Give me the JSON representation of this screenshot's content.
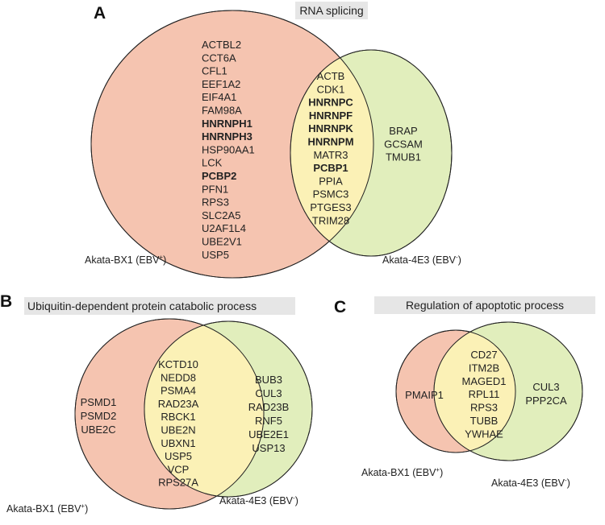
{
  "highlight_color": "#e23a3a",
  "colors": {
    "ebv_positive_fill": "#f5c4b0",
    "ebv_negative_fill": "#e1eebc",
    "overlap_fill": "#fbf1b6"
  },
  "panel_a": {
    "letter": "A",
    "title": "RNA splicing",
    "left_only": [
      "ACTBL2",
      "CCT6A",
      "CFL1",
      "EEF1A2",
      "EIF4A1",
      "FAM98A",
      "HNRNPH1",
      "HNRNPH3",
      "HSP90AA1",
      "LCK",
      "PCBP2",
      "PFN1",
      "RPS3",
      "SLC2A5",
      "U2AF1L4",
      "UBE2V1",
      "USP5"
    ],
    "left_highlight": [
      "HNRNPH1",
      "HNRNPH3",
      "PCBP2"
    ],
    "overlap": [
      "ACTB",
      "CDK1",
      "HNRNPC",
      "HNRNPF",
      "HNRNPK",
      "HNRNPM",
      "MATR3",
      "PCBP1",
      "PPIA",
      "PSMC3",
      "PTGES3",
      "TRIM28"
    ],
    "overlap_highlight": [
      "HNRNPC",
      "HNRNPF",
      "HNRNPK",
      "HNRNPM",
      "PCBP1"
    ],
    "right_only": [
      "BRAP",
      "GCSAM",
      "TMUB1"
    ],
    "left_label": {
      "base": "Akata-BX1 (EBV",
      "sup": "+",
      "end": ")"
    },
    "right_label": {
      "base": "Akata-4E3 (EBV",
      "sup": "-",
      "end": ")"
    }
  },
  "panel_b": {
    "letter": "B",
    "title": "Ubiquitin-dependent protein catabolic process",
    "left_only": [
      "PSMD1",
      "PSMD2",
      "UBE2C"
    ],
    "overlap": [
      "KCTD10",
      "NEDD8",
      "PSMA4",
      "RAD23A",
      "RBCK1",
      "UBE2N",
      "UBXN1",
      "USP5",
      "VCP",
      "RPS27A"
    ],
    "right_only": [
      "BUB3",
      "CUL3",
      "RAD23B",
      "RNF5",
      "UBE2E1",
      "USP13"
    ],
    "left_label": {
      "base": "Akata-BX1 (EBV",
      "sup": "+",
      "end": ")"
    },
    "right_label": {
      "base": "Akata-4E3 (EBV",
      "sup": "-",
      "end": ")"
    }
  },
  "panel_c": {
    "letter": "C",
    "title": "Regulation of apoptotic process",
    "left_only": [
      "PMAIP1"
    ],
    "overlap": [
      "CD27",
      "ITM2B",
      "MAGED1",
      "RPL11",
      "RPS3",
      "TUBB",
      "YWHAE"
    ],
    "right_only": [
      "CUL3",
      "PPP2CA"
    ],
    "left_label": {
      "base": "Akata-BX1 (EBV",
      "sup": "+",
      "end": ")"
    },
    "right_label": {
      "base": "Akata-4E3 (EBV",
      "sup": "-",
      "end": ")"
    }
  }
}
